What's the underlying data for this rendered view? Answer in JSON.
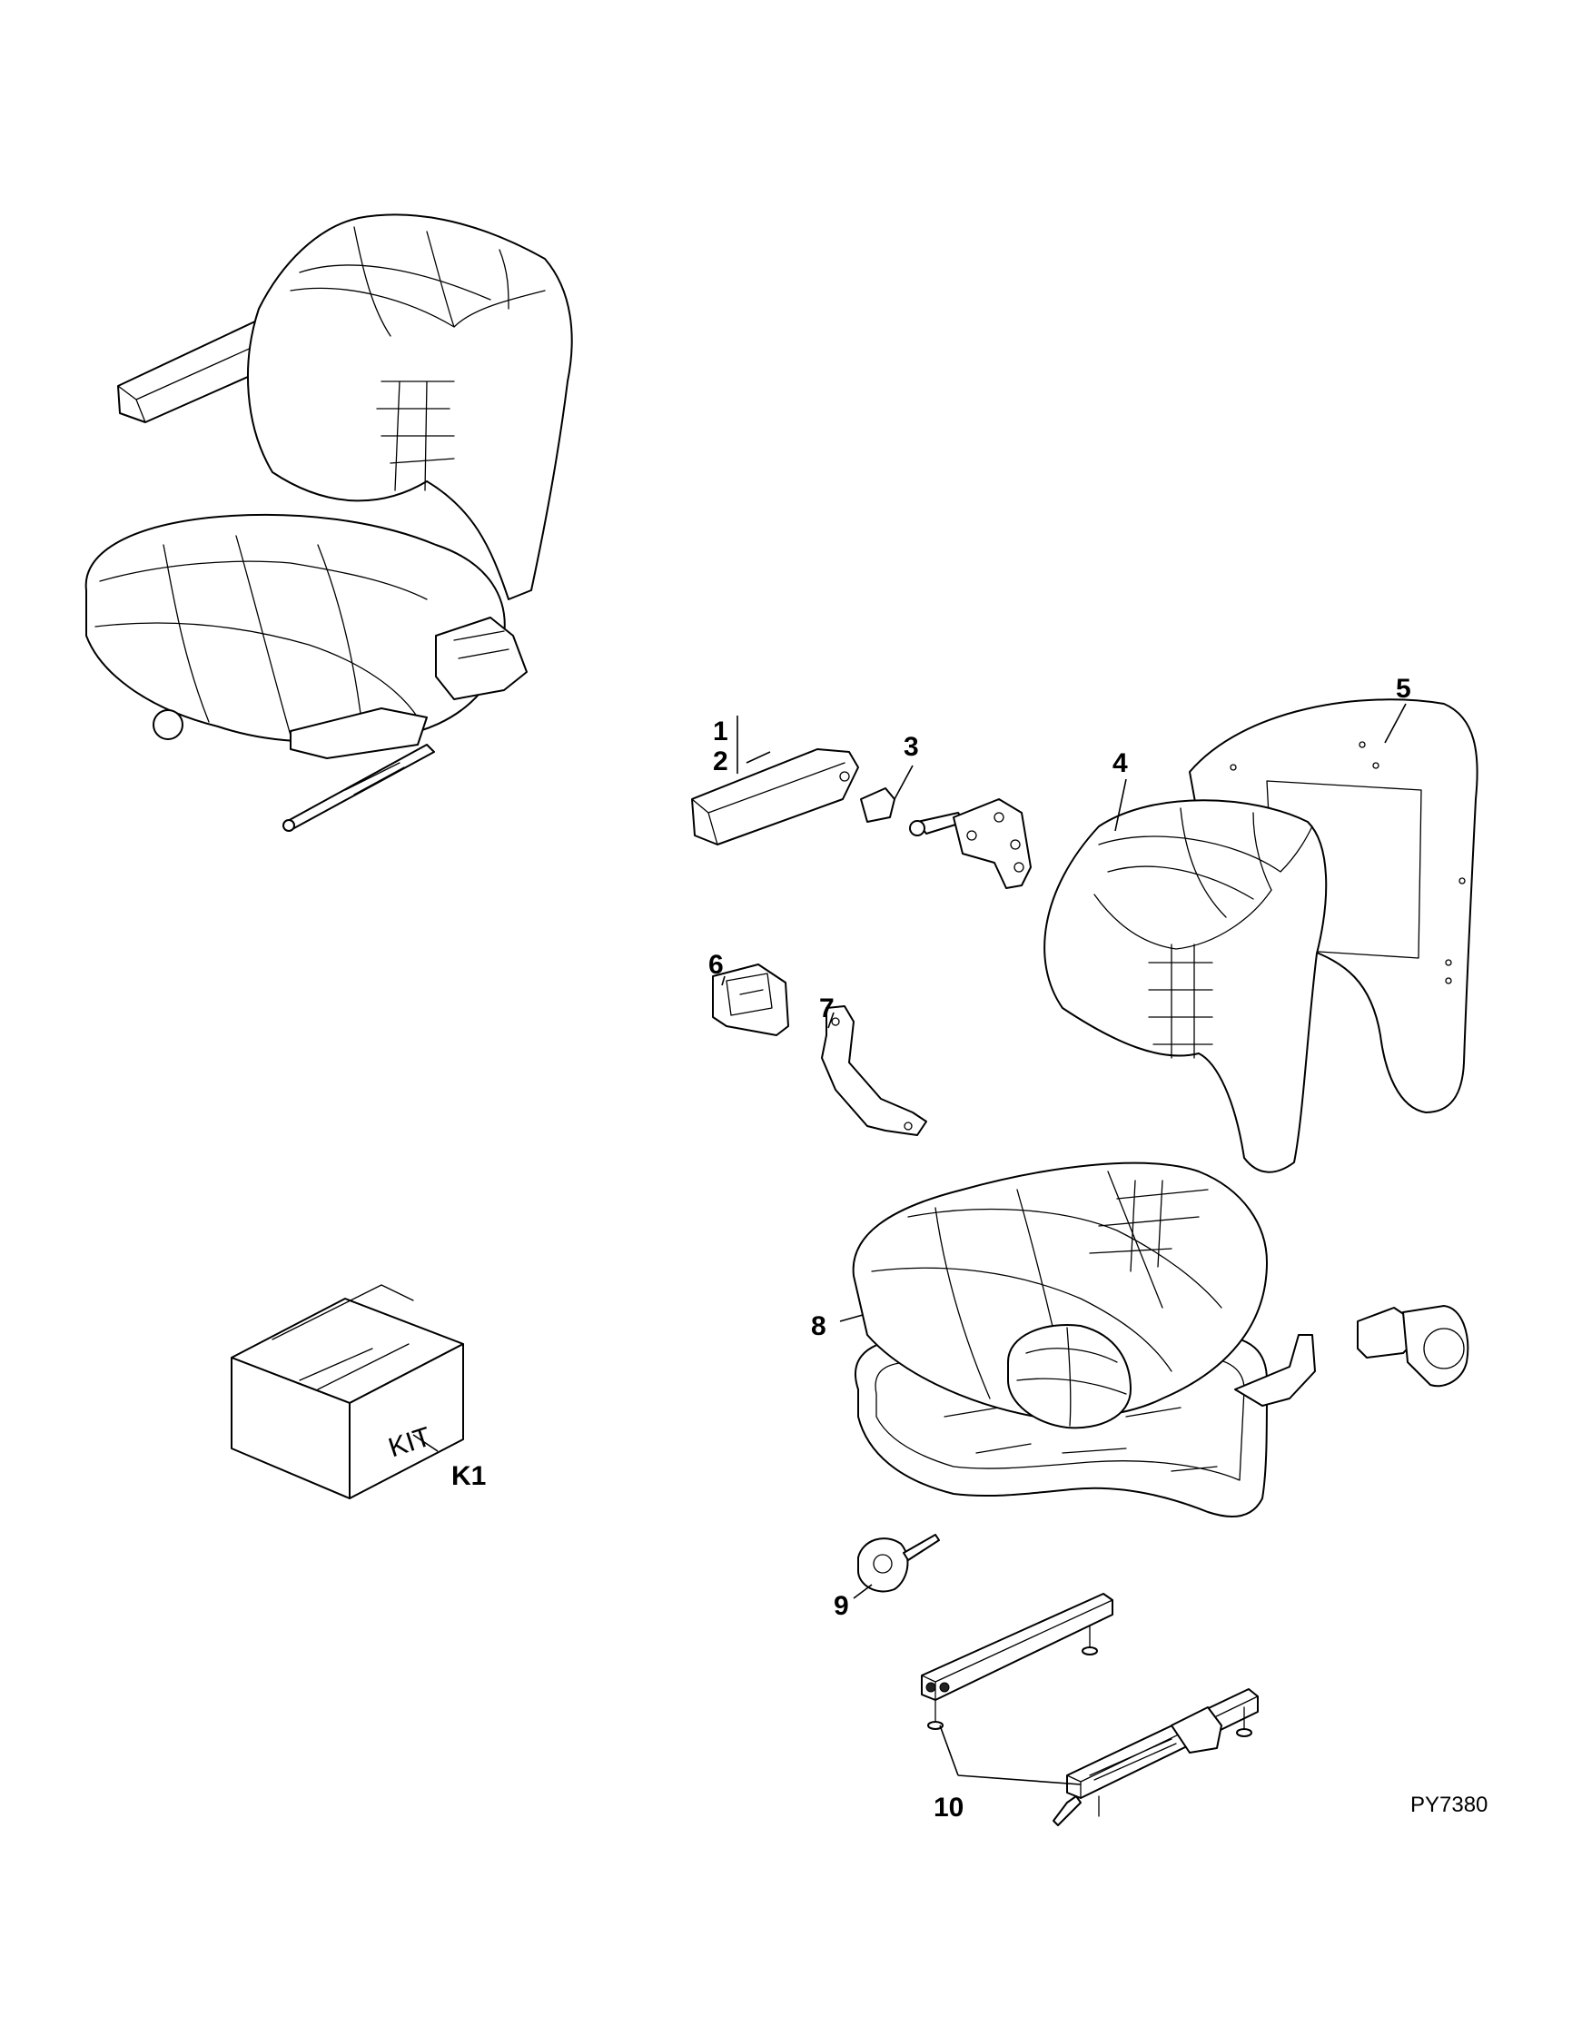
{
  "callouts": {
    "c1": "1",
    "c2": "2",
    "c3": "3",
    "c4": "4",
    "c5": "5",
    "c6": "6",
    "c7": "7",
    "c8": "8",
    "c9": "9",
    "c10": "10",
    "k1": "K1"
  },
  "kit_label": "KIT",
  "drawing_id": "PY7380",
  "colors": {
    "line": "#000000",
    "background": "#ffffff"
  }
}
